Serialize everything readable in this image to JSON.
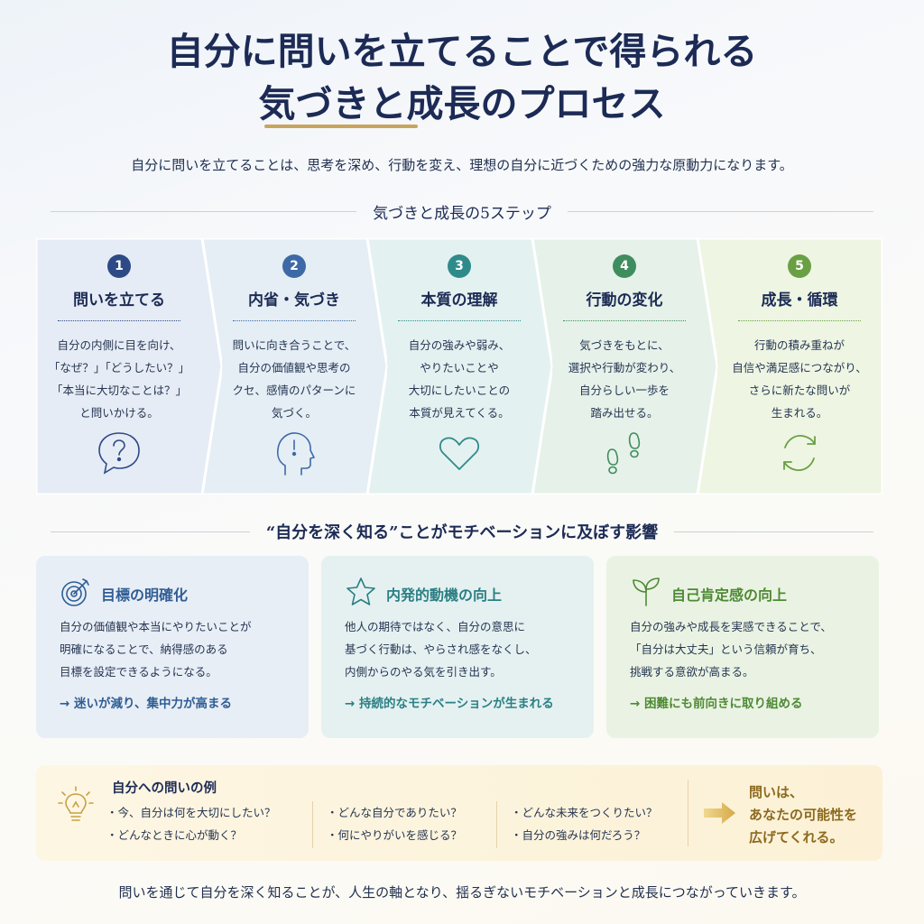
{
  "title": {
    "line1": "自分に問いを立てることで得られる",
    "line2_highlight": "気づき",
    "line2_rest": "と成長のプロセス"
  },
  "subtitle": "自分に問いを立てることは、思考を深め、行動を変え、理想の自分に近づくための強力な原動力になります。",
  "steps_section": {
    "heading": "気づきと成長の5ステップ",
    "steps": [
      {
        "number": "1",
        "title": "問いを立てる",
        "lines": [
          "自分の内側に目を向け、",
          "「なぜ？」「どうしたい？」",
          "「本当に大切なことは？」",
          "と問いかける。"
        ],
        "icon": "speech-bubble-question-icon",
        "color": "#2e4a86",
        "bg": "#e6ecf5"
      },
      {
        "number": "2",
        "title": "内省・気づき",
        "lines": [
          "問いに向き合うことで、",
          "自分の価値観や思考の",
          "クセ、感情のパターンに",
          "気づく。"
        ],
        "icon": "head-exclamation-icon",
        "color": "#3d6aa6",
        "bg": "#e5eef5"
      },
      {
        "number": "3",
        "title": "本質の理解",
        "lines": [
          "自分の強みや弱み、",
          "やりたいことや",
          "大切にしたいことの",
          "本質が見えてくる。"
        ],
        "icon": "heart-icon",
        "color": "#2f8b8a",
        "bg": "#e4f1f1"
      },
      {
        "number": "4",
        "title": "行動の変化",
        "lines": [
          "気づきをもとに、",
          "選択や行動が変わり、",
          "自分らしい一歩を",
          "踏み出せる。"
        ],
        "icon": "footprints-icon",
        "color": "#3f8d5e",
        "bg": "#e6f1e9"
      },
      {
        "number": "5",
        "title": "成長・循環",
        "lines": [
          "行動の積み重ねが",
          "自信や満足感につながり、",
          "さらに新たな問いが",
          "生まれる。"
        ],
        "icon": "cycle-arrows-icon",
        "color": "#6aa044",
        "bg": "#eef5e3"
      }
    ]
  },
  "impact_section": {
    "heading": "“自分を深く知る”ことがモチベーションに及ぼす影響",
    "cards": [
      {
        "title": "目標の明確化",
        "lines": [
          "自分の価値観や本当にやりたいことが",
          "明確になることで、納得感のある",
          "目標を設定できるようになる。"
        ],
        "result": "→ 迷いが減り、集中力が高まる",
        "icon": "target-icon",
        "color": "#2f5d95",
        "bg": "#e8eef6"
      },
      {
        "title": "内発的動機の向上",
        "lines": [
          "他人の期待ではなく、自分の意思に",
          "基づく行動は、やらされ感をなくし、",
          "内側からのやる気を引き出す。"
        ],
        "result": "→ 持続的なモチベーションが生まれる",
        "icon": "star-icon",
        "color": "#2b7f84",
        "bg": "#e5f1f1"
      },
      {
        "title": "自己肯定感の向上",
        "lines": [
          "自分の強みや成長を実感できることで、",
          "「自分は大丈夫」という信頼が育ち、",
          "挑戦する意欲が高まる。"
        ],
        "result": "→ 困難にも前向きに取り組める",
        "icon": "sprout-icon",
        "color": "#4e8a35",
        "bg": "#eaf3e3"
      }
    ]
  },
  "examples": {
    "title": "自分への問いの例",
    "columns": [
      [
        "・今、自分は何を大切にしたい？",
        "・どんなときに心が動く？"
      ],
      [
        "・どんな自分でありたい？",
        "・何にやりがいを感じる？"
      ],
      [
        "・どんな未来をつくりたい？",
        "・自分の強みは何だろう？"
      ]
    ],
    "conclusion": [
      "問いは、",
      "あなたの可能性を",
      "広げてくれる。"
    ],
    "icon": "lightbulb-icon",
    "arrow_icon": "right-arrow-icon"
  },
  "closing": "問いを通じて自分を深く知ることが、人生の軸となり、揺るぎないモチベーションと成長につながっていきます。"
}
